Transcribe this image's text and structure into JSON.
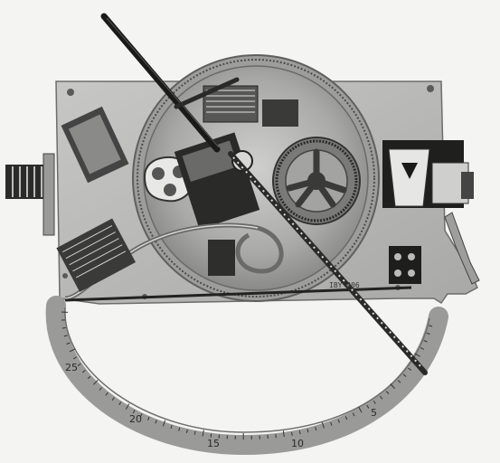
{
  "photo": {
    "scale_labels": {
      "s25": "25",
      "s20": "20",
      "s15": "15",
      "s10": "10",
      "s5": "5"
    },
    "plate_marking": "IBY 906",
    "colors": {
      "background": "#f4f4f2",
      "plate": "#b9b9b7",
      "dark": "#1e1e1e",
      "ring": "#8e8e8c"
    }
  }
}
